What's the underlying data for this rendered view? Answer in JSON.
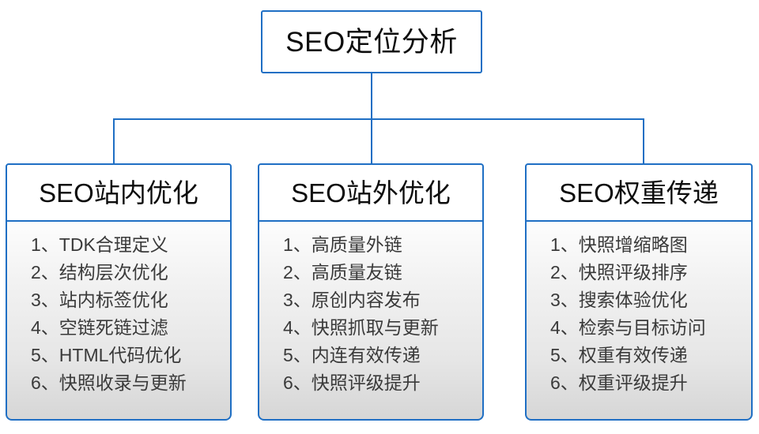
{
  "diagram": {
    "root": {
      "label": "SEO定位分析"
    },
    "colors": {
      "border": "#1f6fc4",
      "connector": "#1f6fc4",
      "header_bg": "#ffffff",
      "body_bg_top": "#fdfdfd",
      "body_bg_bottom": "#d6d6d6",
      "title_text": "#0d0d0d",
      "list_text": "#3a3a3a"
    },
    "branches": [
      {
        "title": "SEO站内优化",
        "items": [
          "1、TDK合理定义",
          "2、结构层次优化",
          "3、站内标签优化",
          "4、空链死链过滤",
          "5、HTML代码优化",
          "6、快照收录与更新"
        ]
      },
      {
        "title": "SEO站外优化",
        "items": [
          "1、高质量外链",
          "2、高质量友链",
          "3、原创内容发布",
          "4、快照抓取与更新",
          "5、内连有效传递",
          "6、快照评级提升"
        ]
      },
      {
        "title": "SEO权重传递",
        "items": [
          "1、快照增缩略图",
          "2、快照评级排序",
          "3、搜索体验优化",
          "4、检索与目标访问",
          "5、权重有效传递",
          "6、权重评级提升"
        ]
      }
    ]
  }
}
